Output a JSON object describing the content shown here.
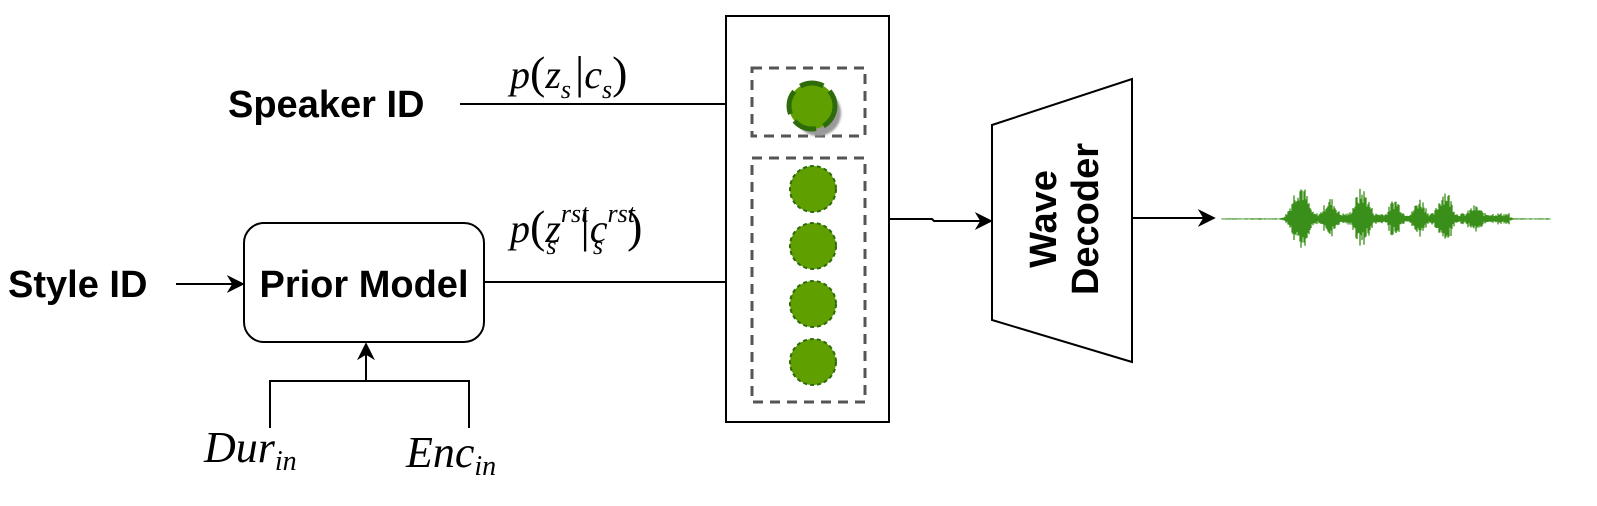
{
  "inputs": {
    "speaker_id": "Speaker ID",
    "style_id": "Style ID"
  },
  "prior_model": {
    "label": "Prior Model"
  },
  "prior_inputs": {
    "dur": {
      "base": "Dur",
      "sub": "in"
    },
    "enc": {
      "base": "Enc",
      "sub": "in"
    }
  },
  "speaker_dist": {
    "p": "p",
    "z": "z",
    "z_sub": "s",
    "c": "c",
    "c_sub": "s"
  },
  "style_dist": {
    "p": "p",
    "z": "z",
    "z_sub": "s",
    "z_sup": "rst",
    "c": "c",
    "c_sub": "s",
    "c_sup": "rst"
  },
  "decoder": {
    "line1": "Wave",
    "line2": "Decoder"
  },
  "colors": {
    "latent_fill": "#5fa000",
    "latent_stroke": "#2e6b0a",
    "waveform": "#3a8f1a",
    "dashed_box": "#555555"
  },
  "style_latent_count": 4
}
